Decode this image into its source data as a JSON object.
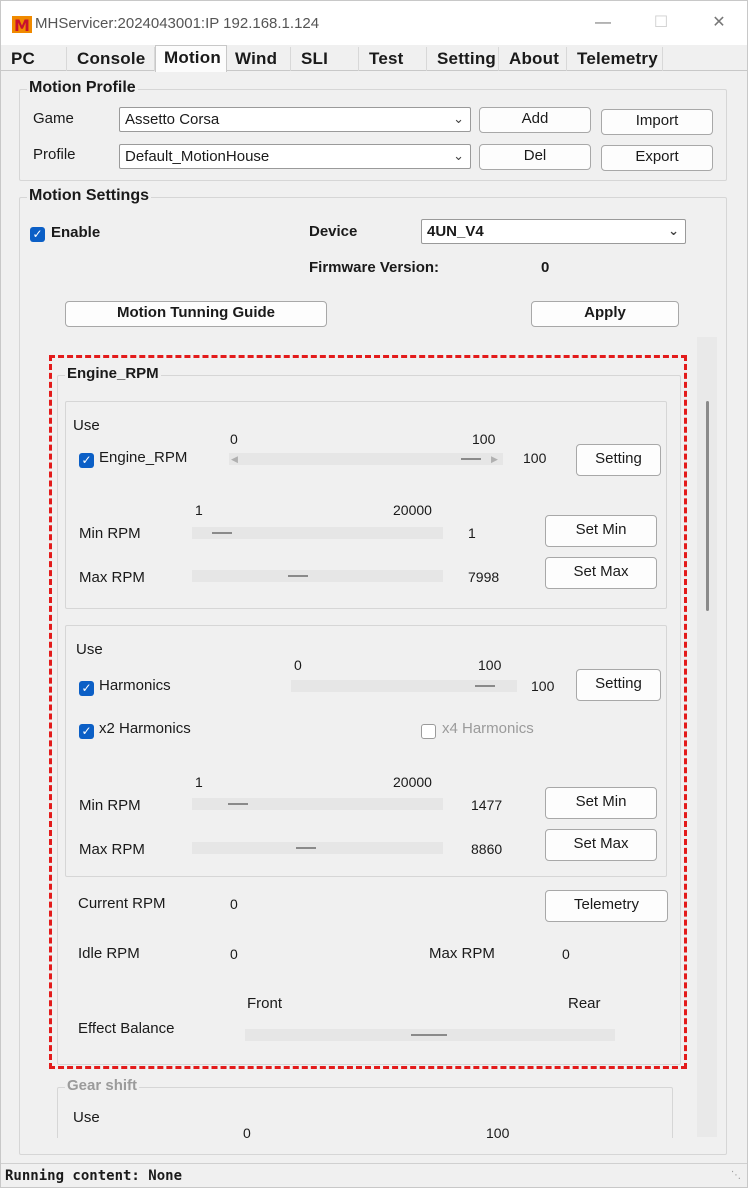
{
  "window": {
    "title": "MHServicer:2024043001:IP 192.168.1.124",
    "controls": {
      "minimize": "—",
      "maximize": "☐",
      "close": "✕"
    }
  },
  "tabs": [
    "PC",
    "Console",
    "Motion",
    "Wind",
    "SLI",
    "Test",
    "Setting",
    "About",
    "Telemetry"
  ],
  "active_tab": "Motion",
  "motion_profile": {
    "title": "Motion Profile",
    "game_label": "Game",
    "game_value": "Assetto Corsa",
    "profile_label": "Profile",
    "profile_value": "Default_MotionHouse",
    "add_label": "Add",
    "del_label": "Del",
    "import_label": "Import",
    "export_label": "Export"
  },
  "motion_settings": {
    "title": "Motion Settings",
    "enable_label": "Enable",
    "device_label": "Device",
    "device_value": "4UN_V4",
    "firmware_label": "Firmware Version:",
    "firmware_value": "0",
    "guide_label": "Motion Tunning Guide",
    "apply_label": "Apply"
  },
  "engine_rpm": {
    "title": "Engine_RPM",
    "use1": {
      "use_label": "Use",
      "checkbox_label": "Engine_RPM",
      "slider_min": "0",
      "slider_max": "100",
      "slider_value": "100",
      "setting_label": "Setting",
      "range_min": "1",
      "range_max": "20000",
      "min_rpm_label": "Min RPM",
      "min_rpm_value": "1",
      "max_rpm_label": "Max RPM",
      "max_rpm_value": "7998",
      "set_min_label": "Set Min",
      "set_max_label": "Set Max"
    },
    "use2": {
      "use_label": "Use",
      "harmonics_label": "Harmonics",
      "slider_min": "0",
      "slider_max": "100",
      "slider_value": "100",
      "setting_label": "Setting",
      "x2_label": "x2 Harmonics",
      "x4_label": "x4 Harmonics",
      "range_min": "1",
      "range_max": "20000",
      "min_rpm_label": "Min RPM",
      "min_rpm_value": "1477",
      "max_rpm_label": "Max RPM",
      "max_rpm_value": "8860",
      "set_min_label": "Set Min",
      "set_max_label": "Set Max"
    },
    "current_rpm_label": "Current RPM",
    "current_rpm_value": "0",
    "telemetry_label": "Telemetry",
    "idle_rpm_label": "Idle RPM",
    "idle_rpm_value": "0",
    "max_rpm_label": "Max RPM",
    "max_rpm_value": "0",
    "front_label": "Front",
    "rear_label": "Rear",
    "effect_balance_label": "Effect Balance"
  },
  "gear_shift": {
    "title": "Gear shift",
    "use_label": "Use",
    "slider_min": "0",
    "slider_max": "100"
  },
  "status": {
    "text": "Running content: None"
  },
  "colors": {
    "accent": "#0b5fc6",
    "highlight": "#e31b1b",
    "logo": "#f08a00"
  }
}
